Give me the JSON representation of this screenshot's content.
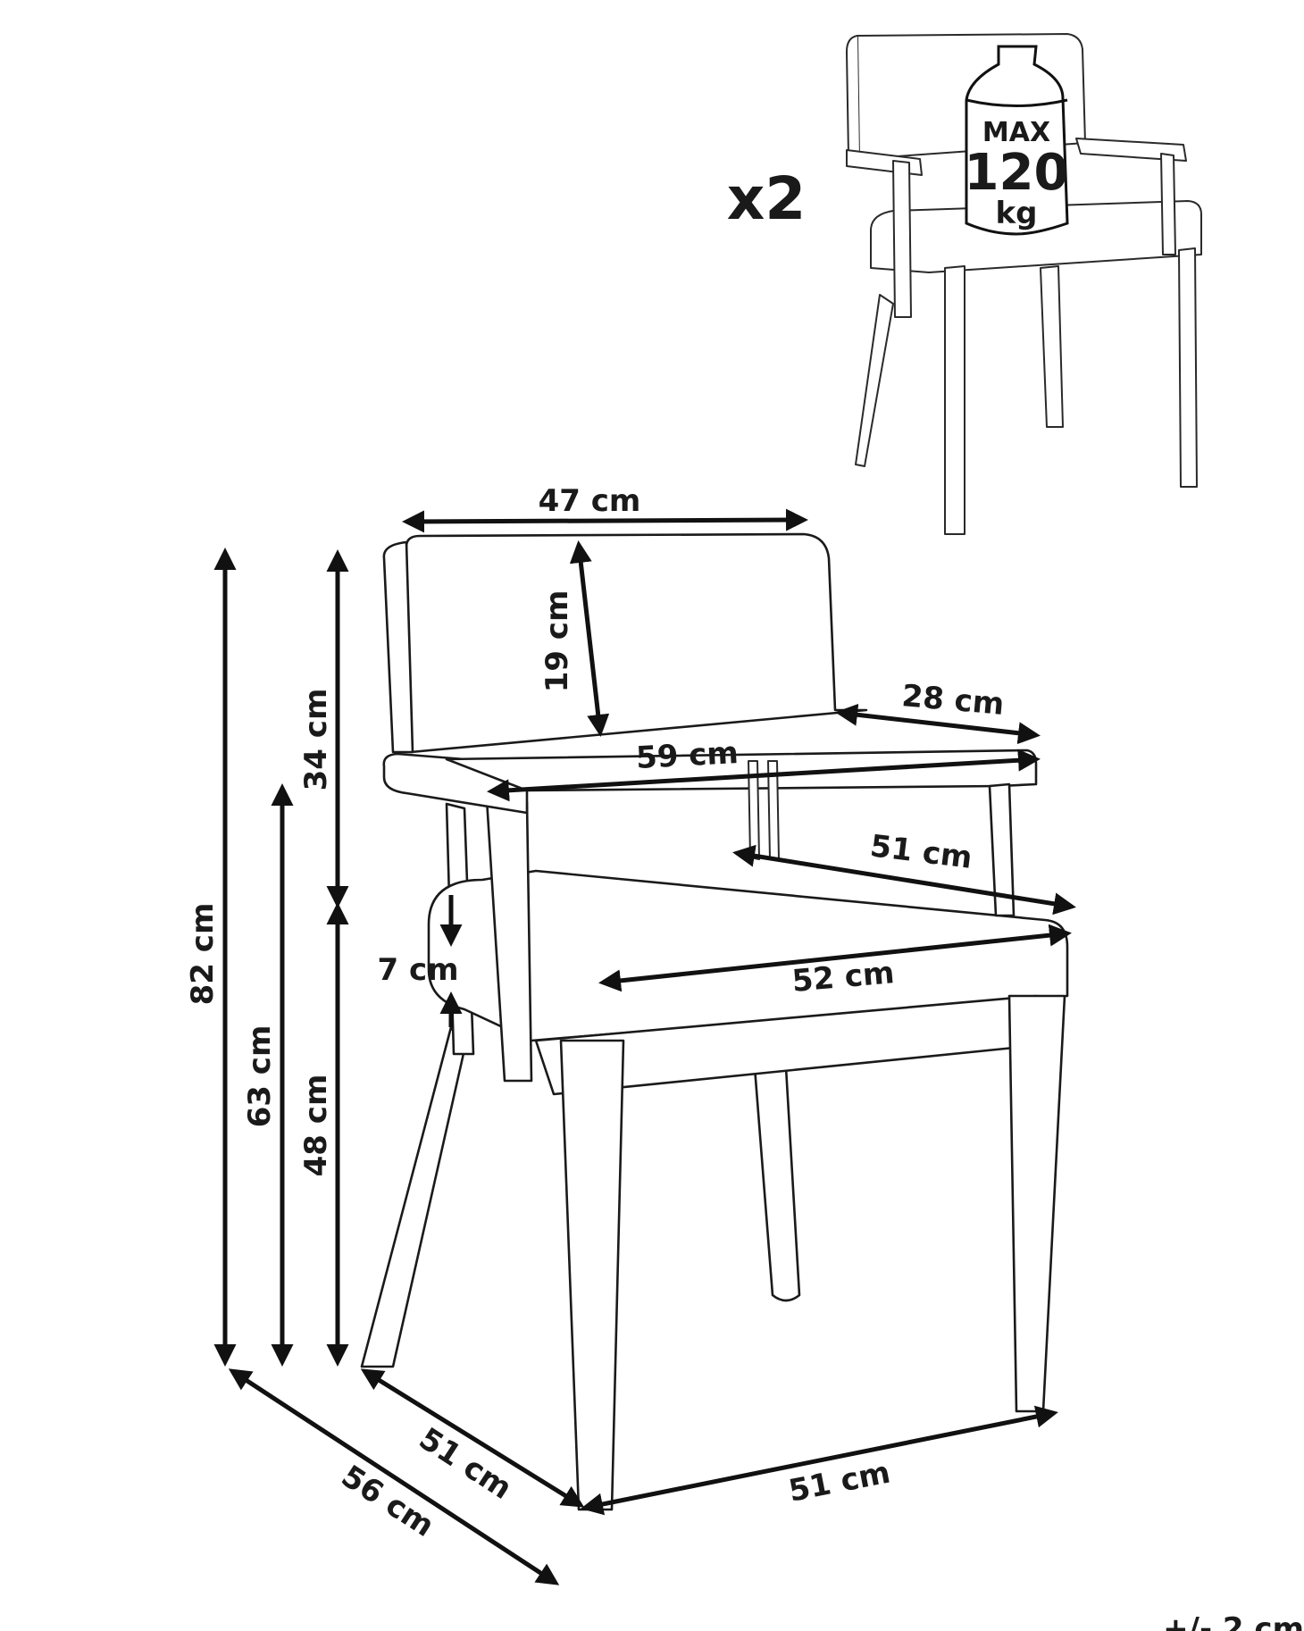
{
  "quantity": "x2",
  "max_load": {
    "top": "MAX",
    "value": "120",
    "unit": "kg"
  },
  "tolerance": "+/- 2 cm",
  "dimensions": {
    "backrest_width": "47 cm",
    "backrest_height": "19 cm",
    "armrest_depth": "28 cm",
    "arm_width": "59 cm",
    "seat_depth_inner": "51 cm",
    "seat_width": "52 cm",
    "seat_thickness": "7 cm",
    "backrest_upper": "34 cm",
    "total_height": "82 cm",
    "armrest_height": "63 cm",
    "seat_height": "48 cm",
    "base_depth": "51 cm",
    "total_depth": "56 cm",
    "base_width": "51 cm"
  }
}
